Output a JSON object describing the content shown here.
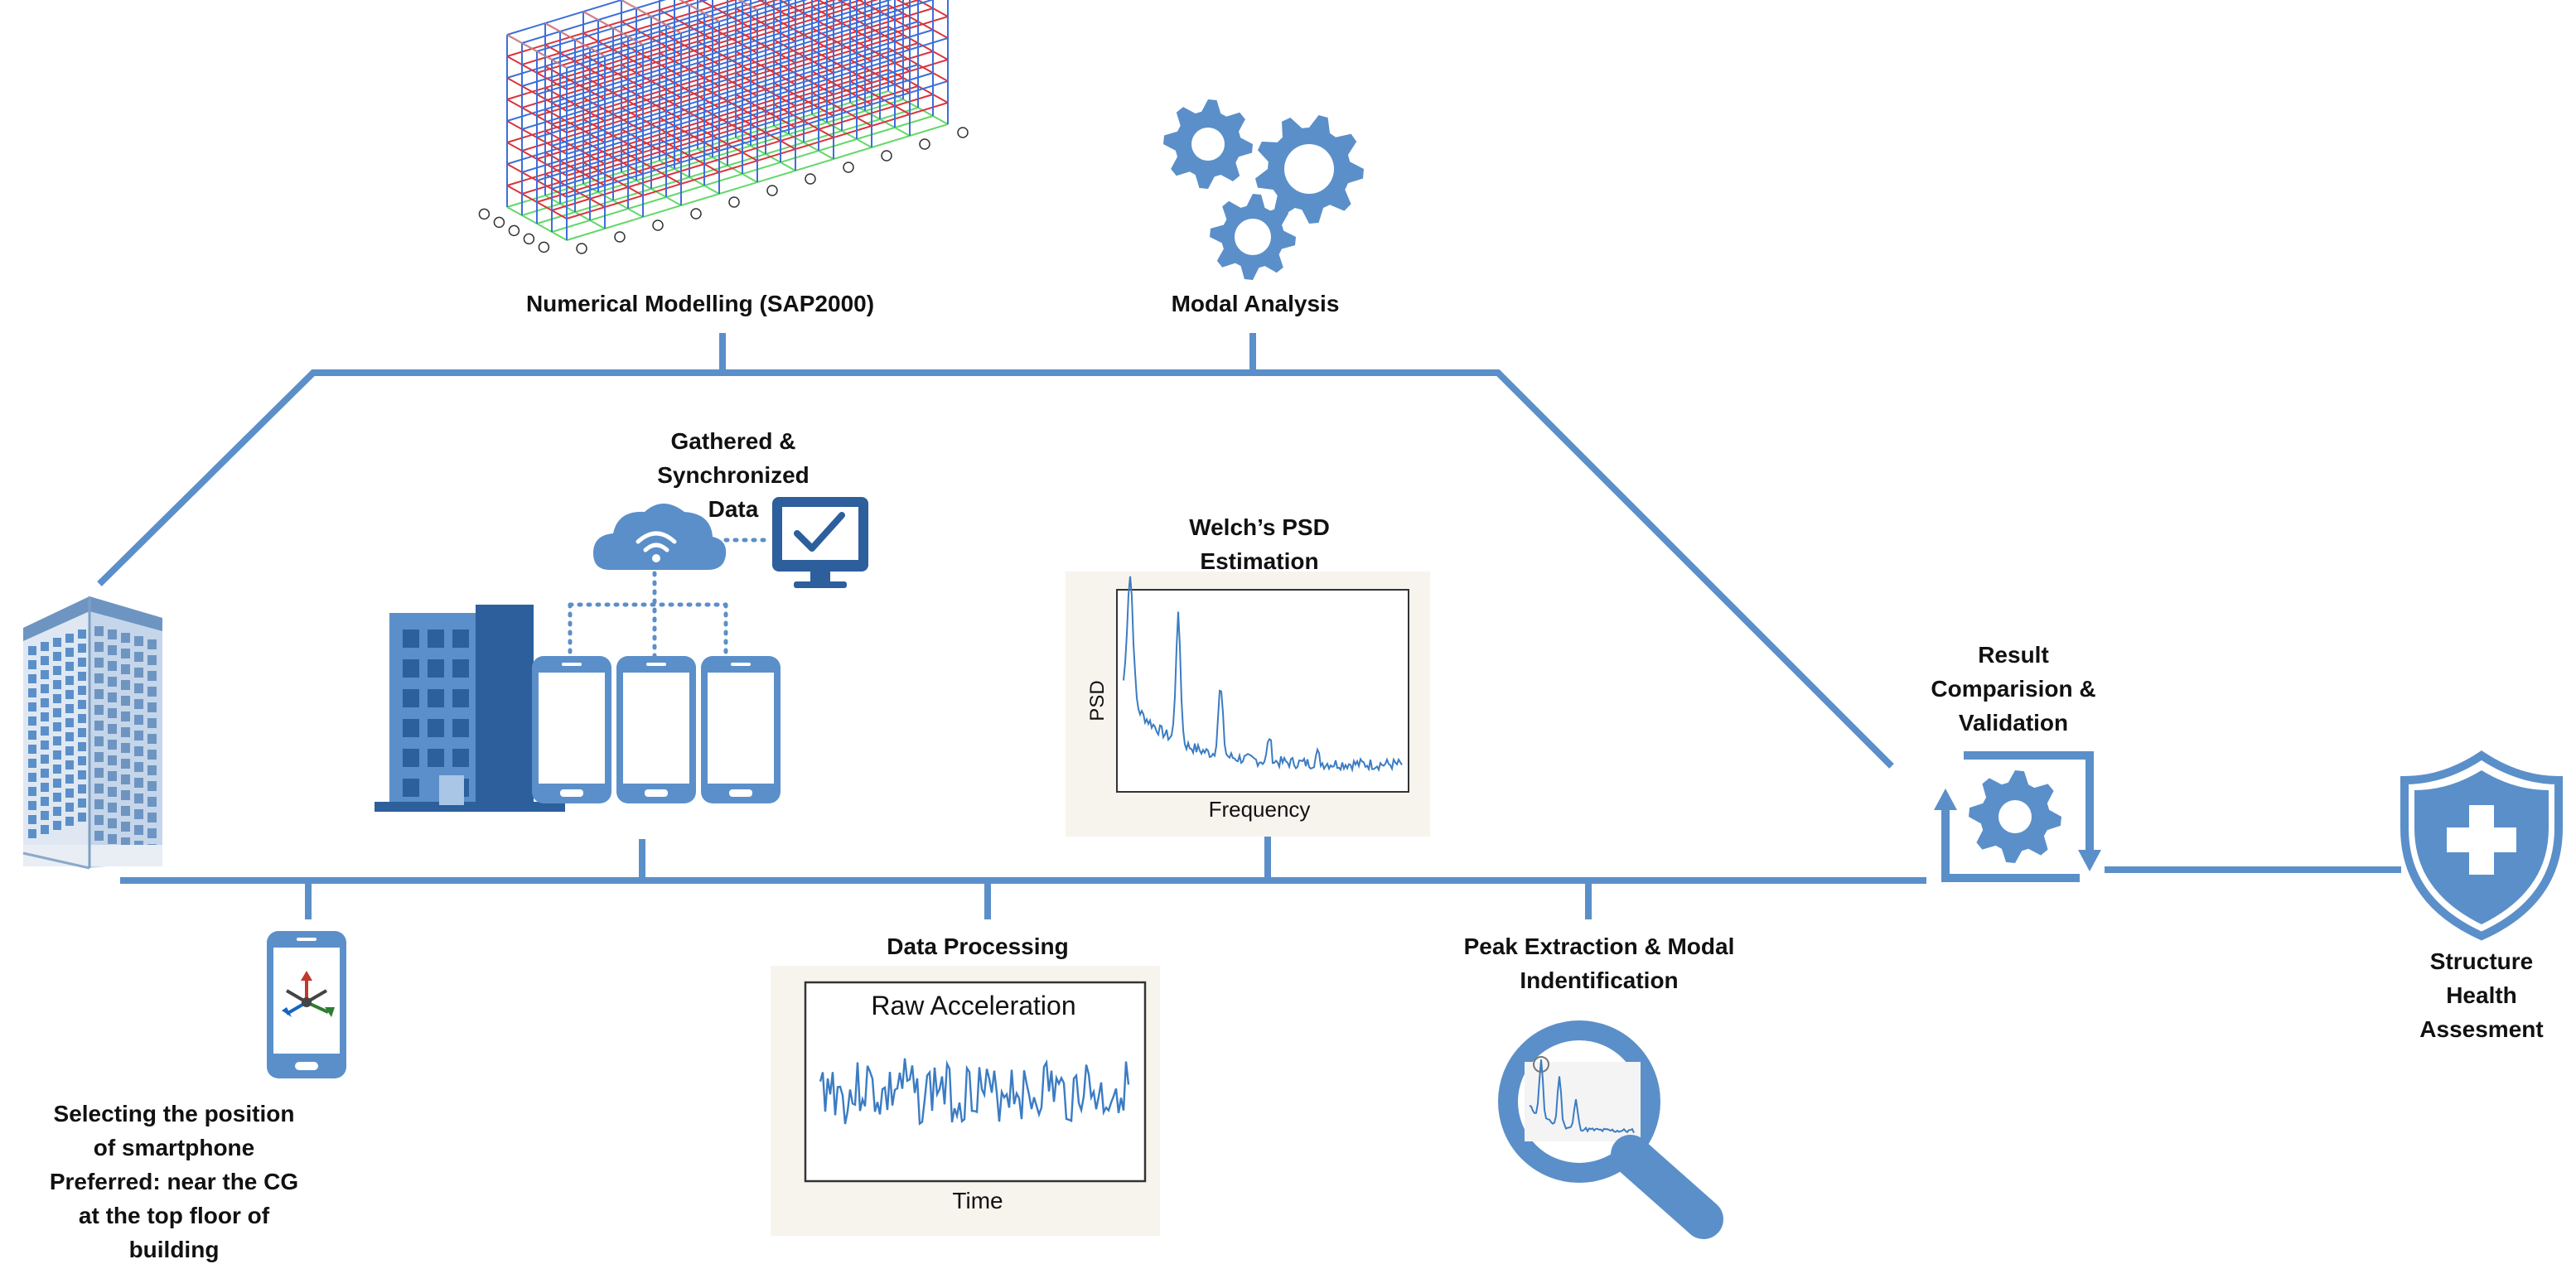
{
  "colors": {
    "primary": "#5b8fc9",
    "dark": "#2c5f9c",
    "light": "#a9c6e6",
    "text": "#111111",
    "panel": "#f7f4ee",
    "model_red": "#d9343c",
    "model_green": "#62d86a"
  },
  "labels": {
    "numerical_modelling": "Numerical Modelling (SAP2000)",
    "modal_analysis": "Modal Analysis",
    "gathered": [
      "Gathered &",
      "Synchronized",
      "Data"
    ],
    "welch": [
      "Welch’s PSD",
      "Estimation"
    ],
    "result": [
      "Result",
      "Comparision &",
      "Validation"
    ],
    "structure": [
      "Structure",
      "Health",
      "Assesment"
    ],
    "selecting": [
      "Selecting the position",
      "of smartphone",
      "Preferred: near the CG",
      "at the top floor of",
      "building"
    ],
    "data_processing": "Data Processing",
    "peak": [
      "Peak Extraction & Modal",
      "Indentification"
    ]
  },
  "psd_plot": {
    "ylabel": "PSD",
    "xlabel": "Frequency"
  },
  "raw_plot": {
    "title": "Raw Acceleration",
    "xlabel": "Time"
  },
  "icons": [
    "building-icon",
    "sap-model-icon",
    "gears-icon",
    "cloud-wifi-icon",
    "monitor-check-icon",
    "office-building-icon",
    "smartphone-icon",
    "psd-plot",
    "raw-acceleration-plot",
    "magnifier-icon",
    "gear-cycle-icon",
    "shield-cross-icon",
    "smartphone-axes-icon"
  ]
}
